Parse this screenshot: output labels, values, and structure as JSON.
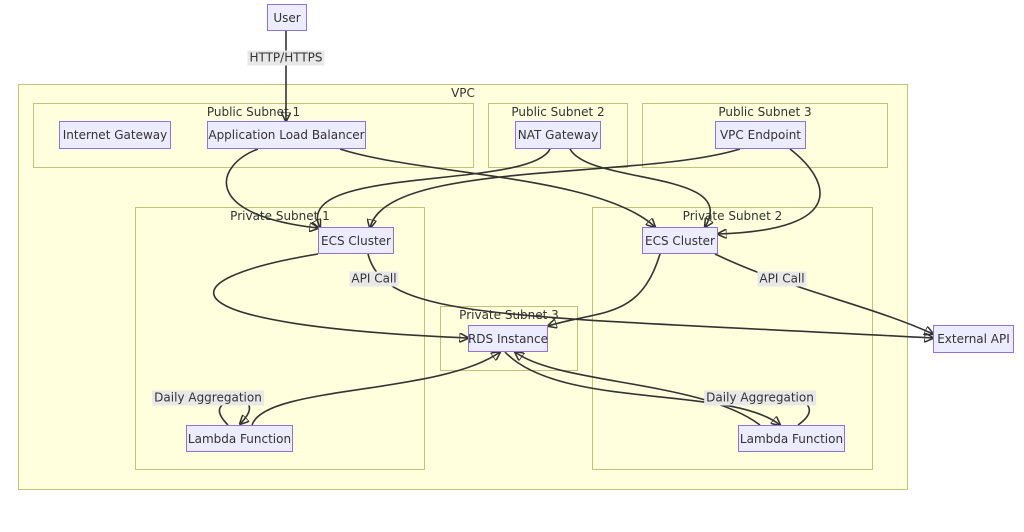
{
  "clusters": {
    "vpc": "VPC",
    "public_subnet_1": "Public Subnet 1",
    "public_subnet_2": "Public Subnet 2",
    "public_subnet_3": "Public Subnet 3",
    "private_subnet_1": "Private Subnet 1",
    "private_subnet_2": "Private Subnet 2",
    "private_subnet_3": "Private Subnet 3"
  },
  "nodes": {
    "user": "User",
    "internet_gateway": "Internet Gateway",
    "alb": "Application Load Balancer",
    "nat_gateway": "NAT Gateway",
    "vpc_endpoint": "VPC Endpoint",
    "ecs_cluster_1": "ECS Cluster",
    "ecs_cluster_2": "ECS Cluster",
    "rds_instance": "RDS Instance",
    "lambda_1": "Lambda Function",
    "lambda_2": "Lambda Function",
    "external_api": "External API"
  },
  "edge_labels": {
    "http": "HTTP/HTTPS",
    "api_call_1": "API Call",
    "api_call_2": "API Call",
    "daily_agg_1": "Daily Aggregation",
    "daily_agg_2": "Daily Aggregation"
  },
  "colors": {
    "cluster_fill": "#ffffde",
    "cluster_border": "#c2c27a",
    "node_fill": "#ececff",
    "node_border": "#9370db",
    "edge": "#333333",
    "edge_label_bg": "#e8e8e8"
  }
}
